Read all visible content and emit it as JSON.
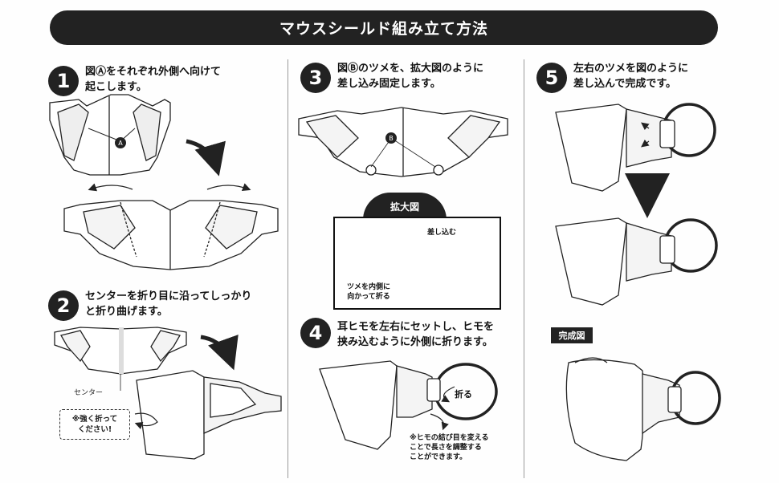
{
  "title": "マウスシールド組み立て方法",
  "steps": [
    {
      "number": "1",
      "text_line1": "図Ⓐをそれぞれ外側へ向けて",
      "text_line2": "起こします。"
    },
    {
      "number": "2",
      "text_line1": "センターを折り目に沿ってしっかり",
      "text_line2": "と折り曲げます。"
    },
    {
      "number": "3",
      "text_line1": "図Ⓑのツメを、拡大図のように",
      "text_line2": "差し込み固定します。"
    },
    {
      "number": "4",
      "text_line1": "耳ヒモを左右にセットし、ヒモを",
      "text_line2": "挟み込むように外側に折ります。"
    },
    {
      "number": "5",
      "text_line1": "左右のツメを図のように",
      "text_line2": "差し込んで完成です。"
    }
  ],
  "labels": {
    "marker_a": "A",
    "marker_b": "B",
    "center": "センター",
    "note_fold": "※強く折って\nください!",
    "zoom_title": "拡大図",
    "tab_in_line1": "ツメを内側に",
    "tab_in_line2": "向かって折る",
    "insert": "差し込む",
    "fold": "折る",
    "string_note_line1": "※ヒモの結び目を変える",
    "string_note_line2": "ことで長さを調整する",
    "string_note_line3": "ことができます。",
    "complete": "完成図"
  }
}
